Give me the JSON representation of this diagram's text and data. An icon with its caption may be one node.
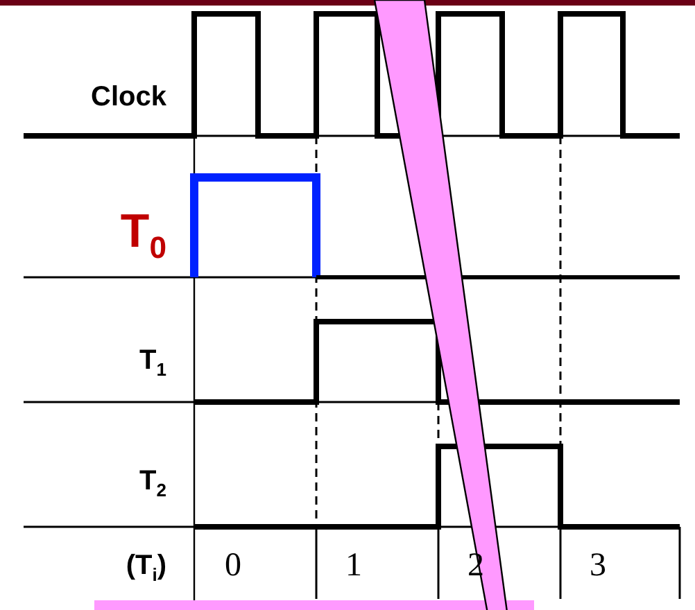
{
  "diagram": {
    "labels": [
      "Clock",
      "T$_{0}$",
      "T$_{1}$",
      "T$_{2}$",
      "(T$_{i}$)",
      "0",
      "1",
      "2",
      "3"
    ]
  }
}
